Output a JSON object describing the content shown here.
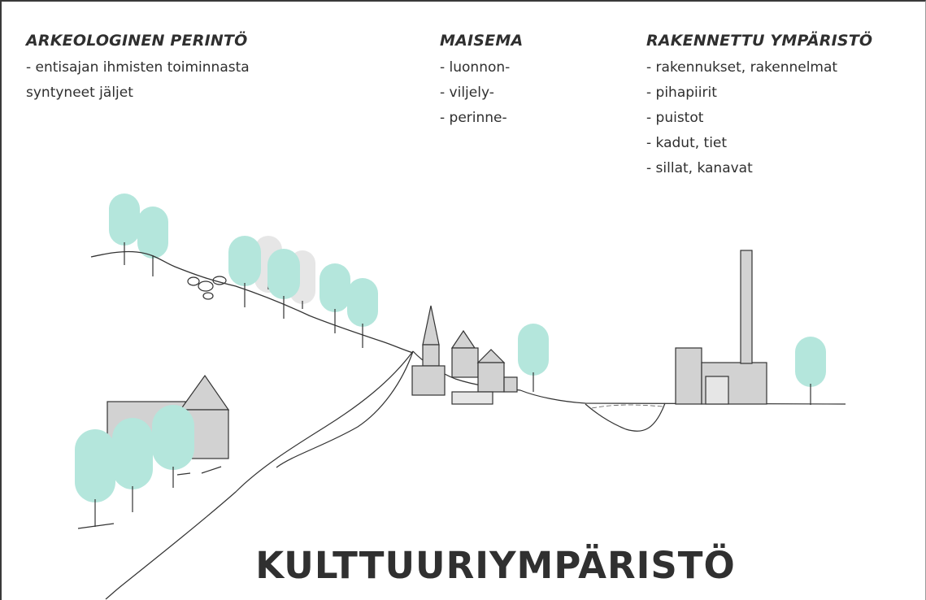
{
  "columns": [
    {
      "heading": "ARKEOLOGINEN PERINTÖ",
      "lines": [
        "- entisajan ihmisten toiminnasta",
        "syntyneet jäljet"
      ]
    },
    {
      "heading": "MAISEMA",
      "lines": [
        "- luonnon-",
        "- viljely-",
        "- perinne-"
      ]
    },
    {
      "heading": "RAKENNETTU YMPÄRISTÖ",
      "lines": [
        "- rakennukset, rakennelmat",
        "- pihapiirit",
        "- puistot",
        "- kadut, tiet",
        "- sillat, kanavat"
      ]
    }
  ],
  "title": "KULTTUURIYMPÄRISTÖ",
  "colors": {
    "tree": "#b4e6dc",
    "tree_faint": "#e6e6e6",
    "building": "#d2d2d2",
    "building_light": "#e2e2e2",
    "line": "#333333"
  },
  "icons": [
    "tree-icon",
    "house-icon",
    "church-icon",
    "factory-icon",
    "chimney-icon",
    "stone-icon"
  ]
}
